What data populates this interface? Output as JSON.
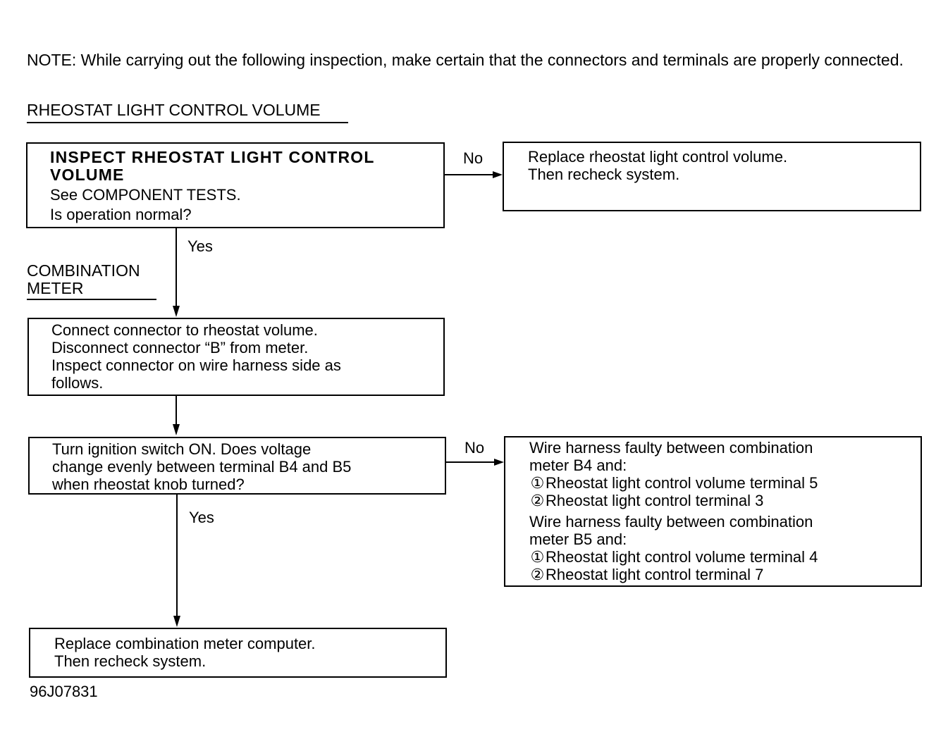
{
  "note": "NOTE:  While carrying out the following inspection, make certain that the connectors and terminals are properly connected.",
  "section_heading": "RHEOSTAT LIGHT CONTROL VOLUME",
  "side_label": {
    "line1": "COMBINATION",
    "line2": "METER"
  },
  "box1": {
    "title": "INSPECT RHEOSTAT LIGHT CONTROL VOLUME",
    "line1": "See COMPONENT TESTS.",
    "line2": "Is operation normal?"
  },
  "box2": {
    "line1": "Replace rheostat light control volume.",
    "line2": "Then recheck system."
  },
  "box3": {
    "line1": "Connect connector to rheostat volume.",
    "line2": "Disconnect connector “B” from meter.",
    "line3": "Inspect connector on wire harness side as",
    "line4": "follows."
  },
  "box4": {
    "line1": "Turn ignition switch ON. Does voltage",
    "line2": "change evenly between terminal B4 and B5",
    "line3": "when rheostat knob turned?"
  },
  "box5": {
    "group1_line1": "Wire harness faulty between combination",
    "group1_line2": "meter B4 and:",
    "group1_item1_num": "①",
    "group1_item1": "Rheostat light control volume terminal 5",
    "group1_item2_num": "②",
    "group1_item2": "Rheostat light control terminal 3",
    "group2_line1": "Wire harness faulty between combination",
    "group2_line2": "meter B5 and:",
    "group2_item1_num": "①",
    "group2_item1": "Rheostat light control volume terminal 4",
    "group2_item2_num": "②",
    "group2_item2": "Rheostat light control terminal 7"
  },
  "box6": {
    "line1": "Replace combination meter computer.",
    "line2": "Then recheck system."
  },
  "labels": {
    "no1": "No",
    "yes1": "Yes",
    "no2": "No",
    "yes2": "Yes"
  },
  "figure_code": "96J07831"
}
